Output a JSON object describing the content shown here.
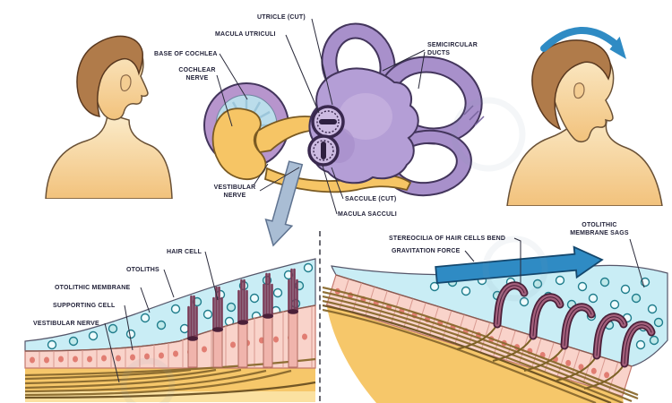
{
  "ear": {
    "utricle_cut": "UTRICLE (CUT)",
    "macula_utriculi": "MACULA UTRICULI",
    "base_of_cochlea": "BASE OF COCHLEA",
    "cochlear_nerve": "COCHLEAR NERVE",
    "semicircular_ducts": "SEMICIRCULAR DUCTS",
    "vestibular_nerve": "VESTIBULAR NERVE",
    "saccule_cut": "SACCULE (CUT)",
    "macula_sacculi": "MACULA SACCULI"
  },
  "left_panel": {
    "hair_cell": "HAIR CELL",
    "otoliths": "OTOLITHS",
    "otolithic_membrane": "OTOLITHIC MEMBRANE",
    "supporting_cell": "SUPPORTING CELL",
    "vestibular_nerve": "VESTIBULAR NERVE"
  },
  "right_panel": {
    "stereocilia_bend": "STEREOCILIA OF HAIR CELLS BEND",
    "gravitation_force": "GRAVITATION FORCE",
    "otolithic_membrane_sags": "OTOLITHIC MEMBRANE SAGS"
  },
  "colors": {
    "duct_purple": "#a890cb",
    "cochlea_purple": "#b795cd",
    "vestibule_purple": "#b49ed6",
    "cochlea_inner_blue": "#bbddeb",
    "nerve_yellow": "#f6c565",
    "membrane_blue": "#c9edf5",
    "cell_pink": "#f9d3ca",
    "hair_maroon": "#8d4a66",
    "fiber_brown": "#8a6a2e",
    "base_orange": "#f6c76a",
    "motion_blue": "#2f8bc4",
    "pointer_gray": "#a9bdd4",
    "skin_light": "#fbeccb",
    "skin_dark": "#f2c27c",
    "hair_brown": "#b07b4a"
  }
}
